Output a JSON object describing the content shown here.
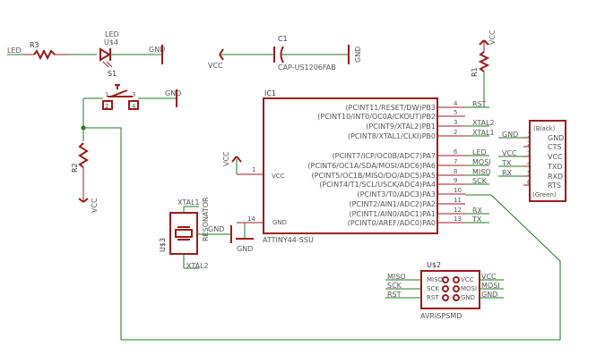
{
  "led": {
    "net": "LED",
    "resistor": "R3",
    "name": "LED",
    "ref": "U$4",
    "gnd": "GND"
  },
  "cap": {
    "ref": "C1",
    "value": "CAP-US1206FAB",
    "vcc": "VCC",
    "gnd": "GND"
  },
  "switch": {
    "ref": "S1",
    "pin1": "1",
    "pin2": "2",
    "pin3": "3",
    "pin4": "4",
    "gnd": "GND"
  },
  "r1": {
    "ref": "R1",
    "vcc": "VCC"
  },
  "r2": {
    "ref": "R2",
    "vcc": "VCC"
  },
  "ic": {
    "ref": "IC1",
    "value": "ATTINY44-SSU",
    "vcc_pin": "VCC",
    "gnd_pin": "GND",
    "vcc_net": "VCC",
    "gnd_net": "GND",
    "pin1_num": "1",
    "pin14_num": "14",
    "right_pins": [
      {
        "label": "(PCINT11/RESET/DW)PB3",
        "num": "4",
        "net": "RST"
      },
      {
        "label": "(PCINT10/INT0/OC0A/CKOUT)PB2",
        "num": "5",
        "net": ""
      },
      {
        "label": "(PCINT9/XTAL2)PB1",
        "num": "3",
        "net": "XTAL2"
      },
      {
        "label": "(PCINT8/XTAL1/CLKI)PB0",
        "num": "2",
        "net": "XTAL1"
      },
      {
        "label": "(PCINT7/ICP/OC0B/ADC7)PA7",
        "num": "6",
        "net": "LED"
      },
      {
        "label": "(PCINT6/OC1A/SDA/MOSI/ADC6)PA6",
        "num": "7",
        "net": "MOSI"
      },
      {
        "label": "(PCINT5/OC1B/MISO/DO/ADC5)PA5",
        "num": "8",
        "net": "MISO"
      },
      {
        "label": "(PCINT4/T1/SCL/USCK/ADC4)PA4",
        "num": "9",
        "net": "SCK"
      },
      {
        "label": "(PCINT3/T0/ADC3)PA3",
        "num": "10",
        "net": ""
      },
      {
        "label": "(PCINT2/AIN1/ADC2)PA2",
        "num": "11",
        "net": ""
      },
      {
        "label": "(PCINT1/AIN0/ADC1)PA1",
        "num": "12",
        "net": "RX"
      },
      {
        "label": "(PCINT0/AREF/ADC0)PA0",
        "num": "13",
        "net": "TX"
      }
    ]
  },
  "ftdi": {
    "top": "(Black)",
    "bottom": "(Green)",
    "pins": [
      {
        "num": "1",
        "label": "GND",
        "net": "GND"
      },
      {
        "num": "2",
        "label": "CTS",
        "net": ""
      },
      {
        "num": "3",
        "label": "VCC",
        "net": "VCC"
      },
      {
        "num": "4",
        "label": "TXD",
        "net": "TX"
      },
      {
        "num": "5",
        "label": "RXD",
        "net": "RX"
      },
      {
        "num": "6",
        "label": "RTS",
        "net": ""
      }
    ]
  },
  "resonator": {
    "ref": "U$3",
    "name": "RESONATOR",
    "xtal1": "XTAL1",
    "xtal2": "XTAL2",
    "gnd": "GND"
  },
  "isp": {
    "ref": "U$2",
    "value": "AVRISPSMD",
    "left_nets": [
      "MISO",
      "SCK",
      "RST"
    ],
    "left_pins": [
      "MISO",
      "SCK",
      "RST"
    ],
    "right_pins": [
      "VCC",
      "MOSI",
      "GND"
    ],
    "right_nets": [
      "VCC",
      "MOSI",
      "GND"
    ]
  }
}
